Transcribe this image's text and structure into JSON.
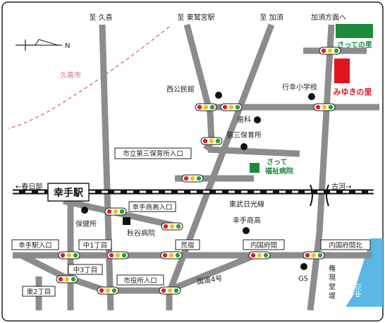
{
  "directions": {
    "to_kuki": "至 久喜",
    "to_higashi_washinomiya": "至 東鷲宮駅",
    "to_kazo": "至 加須",
    "kazo_direction": "加須方面へ",
    "kasukabe": "←春日部",
    "koga": "古河→"
  },
  "compass": {
    "north": "N"
  },
  "areas": {
    "kuki_city": "久喜市"
  },
  "landmarks": {
    "satte_no_sato": "さっての里",
    "miyuki_no_sato": "みゆきの里",
    "nishi_kouminkan": "西公民館",
    "gyoko_elementary": "行幸小学校",
    "dental": "歯科",
    "third_nursery": "第三保育所",
    "satte_welfare_1": "さって",
    "satte_welfare_2": "福祉病院",
    "health_center": "保健所",
    "akiya_hospital": "秋谷病院",
    "satte_high": "幸手商高",
    "gs": "GS",
    "gongendo": "権現堂堤",
    "nakagawa": "中川"
  },
  "stations": {
    "satte_station": "幸手駅",
    "tobu_nikko": "東武日光線"
  },
  "intersections": {
    "nursery_entrance": "市立第三保育所入口",
    "high_school_entrance": "幸手商高入口",
    "station_entrance": "幸手駅入口",
    "naka1": "中1丁目",
    "arajuku": "荒宿",
    "uchikokufuma": "内国府間",
    "uchikokufuma_north": "内国府間北",
    "naka3": "中3丁目",
    "higashi2": "東2丁目",
    "city_hall_entrance": "市役所入口"
  },
  "roads": {
    "route4": "国道4号"
  },
  "colors": {
    "road": "#8c8c8c",
    "river": "#5bb8e6",
    "green_building": "#1f8a3b",
    "red_building": "#e0161c",
    "kuki_border": "#e05a9a",
    "signal_red": "#e02020",
    "signal_yellow": "#f2c200",
    "signal_green": "#2aa02a"
  }
}
